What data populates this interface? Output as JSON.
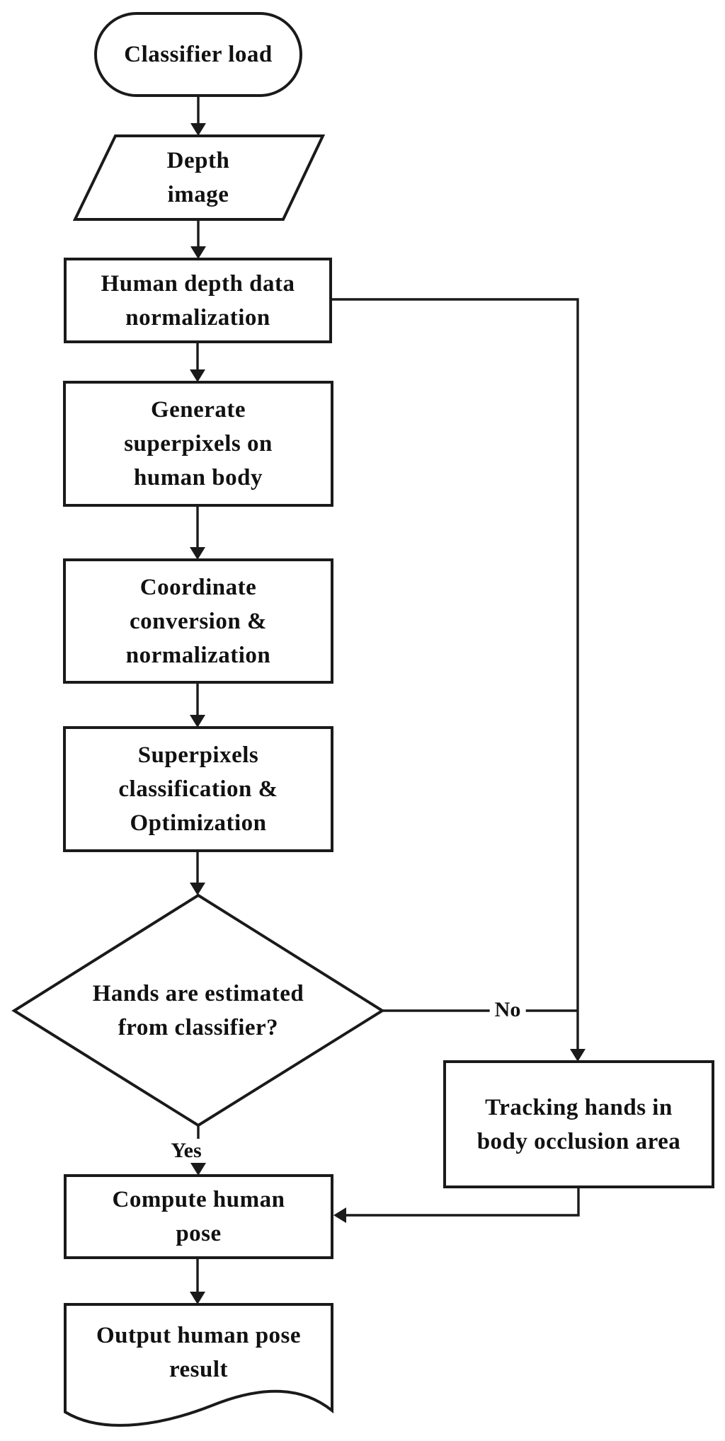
{
  "canvas": {
    "background": "#ffffff",
    "stroke_color": "#1a1a1a",
    "text_color": "#111111"
  },
  "nodes": {
    "classifier_load": {
      "type": "terminator",
      "label": [
        "Classifier load"
      ]
    },
    "depth_image": {
      "type": "input-output",
      "label": [
        "Depth",
        "image"
      ]
    },
    "human_depth_normalization": {
      "type": "process",
      "label": [
        "Human depth data",
        "normalization"
      ]
    },
    "generate_superpixels": {
      "type": "process",
      "label": [
        "Generate",
        "superpixels on",
        "human body"
      ]
    },
    "coordinate_conversion": {
      "type": "process",
      "label": [
        "Coordinate",
        "conversion &",
        "normalization"
      ]
    },
    "superpixels_classification": {
      "type": "process",
      "label": [
        "Superpixels",
        "classification &",
        "Optimization"
      ]
    },
    "hands_estimated_decision": {
      "type": "decision",
      "label": [
        "Hands are estimated",
        "from classifier?"
      ]
    },
    "tracking_hands": {
      "type": "process",
      "label": [
        "Tracking hands in",
        "body occlusion area"
      ]
    },
    "compute_human_pose": {
      "type": "process",
      "label": [
        "Compute human",
        "pose"
      ]
    },
    "output_human_pose": {
      "type": "document",
      "label": [
        "Output human pose",
        "result"
      ]
    }
  },
  "edges": {
    "yes_label": "Yes",
    "no_label": "No"
  }
}
